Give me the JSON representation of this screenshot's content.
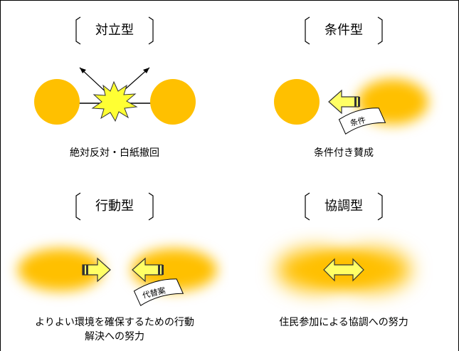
{
  "panels": [
    {
      "title": "対立型",
      "captions": [
        "絶対反対・白紙撤回"
      ]
    },
    {
      "title": "条件型",
      "captions": [
        "条件付き賛成"
      ],
      "tag": "条件"
    },
    {
      "title": "行動型",
      "captions": [
        "よりよい環境を確保するための行動",
        "解決への努力"
      ],
      "tag": "代替案"
    },
    {
      "title": "協調型",
      "captions": [
        "住民参加による協調への努力"
      ]
    }
  ],
  "colors": {
    "circle": "#FFC000",
    "arrow_fill": "#FFFF66",
    "arrow_stroke": "#333333",
    "burst_fill": "#FFFF33"
  }
}
